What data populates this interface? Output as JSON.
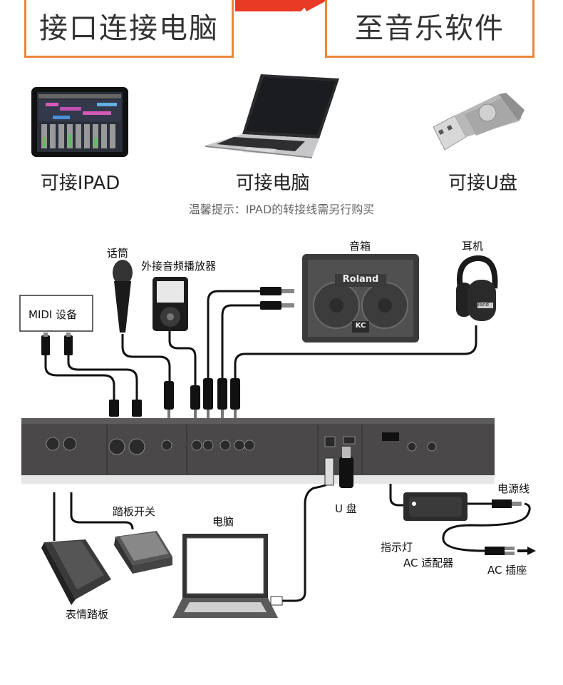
{
  "header": {
    "left_title": "接口连接电脑",
    "right_title": "至音乐软件"
  },
  "devices": [
    {
      "caption": "可接IPAD",
      "icon": "tablet-icon"
    },
    {
      "caption": "可接电脑",
      "icon": "laptop-icon"
    },
    {
      "caption": "可接U盘",
      "icon": "usb-drive-icon"
    }
  ],
  "tip": "温馨提示：IPAD的转接线需另行购买",
  "diagram": {
    "labels": {
      "microphone": "话筒",
      "audio_player": "外接音频播放器",
      "speaker": "音箱",
      "headphones": "耳机",
      "midi_device": "MIDI 设备",
      "pedal_switch": "踏板开关",
      "computer": "电脑",
      "usb_drive": "U 盘",
      "power_cord": "电源线",
      "indicator": "指示灯",
      "ac_adapter": "AC 适配器",
      "ac_outlet": "AC 插座",
      "expression_pedal": "表情踏板"
    },
    "panel_text": {
      "brand_speaker": "Roland",
      "speaker_model": "KC",
      "brand_headphones": "Roland"
    }
  },
  "colors": {
    "accent_border": "#e8883a",
    "arrow": "#e83a25",
    "panel": "#4a4848"
  }
}
